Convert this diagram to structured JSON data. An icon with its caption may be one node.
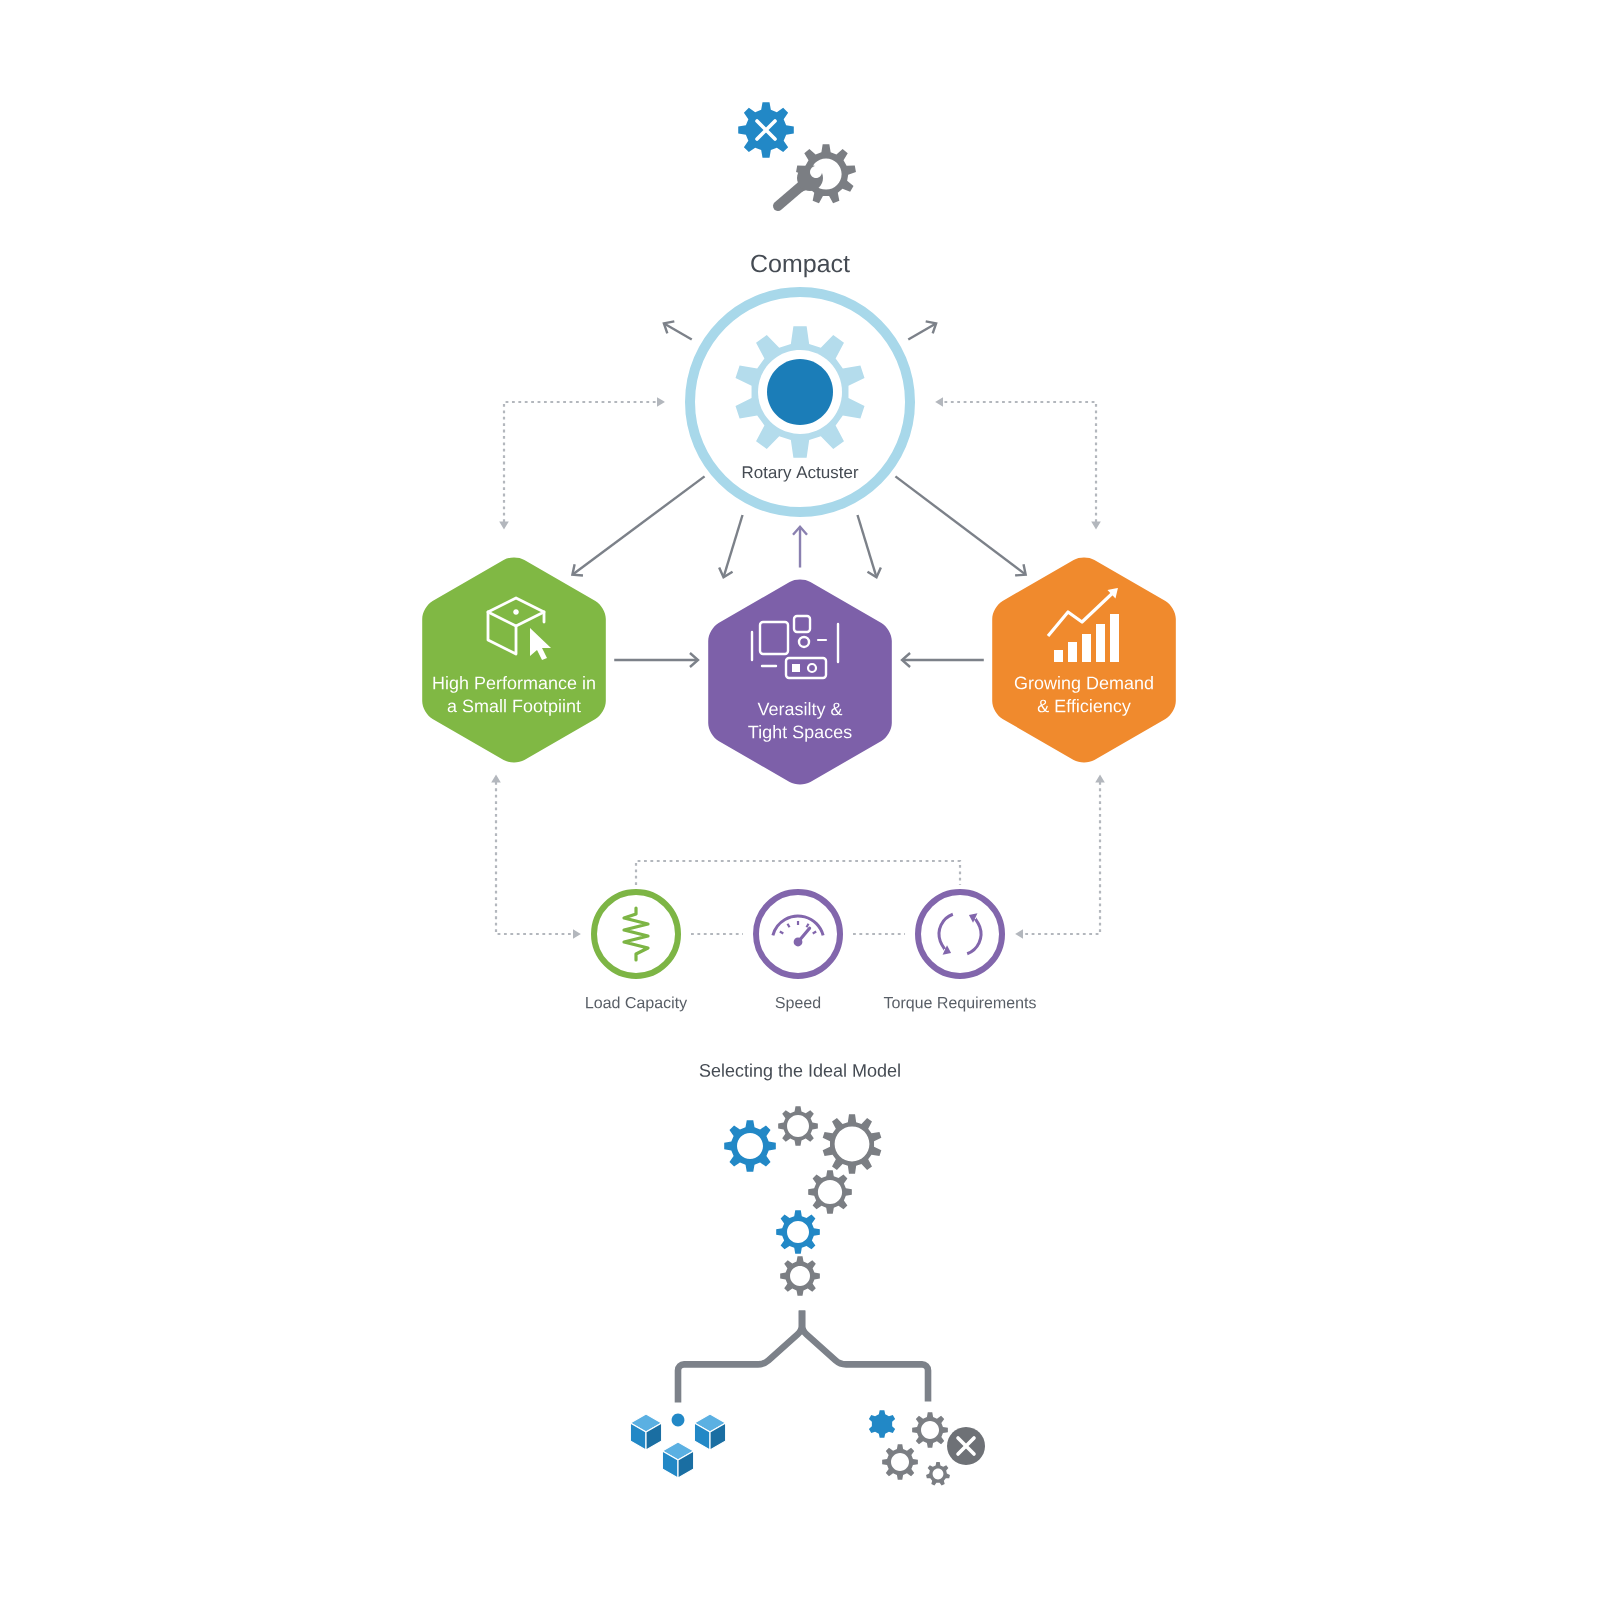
{
  "diagram": {
    "nodes": [
      {
        "text": [
          "Rotary Actuster"
        ],
        "beside": [
          "Compact"
        ]
      },
      {
        "text": [
          "High Performance in a Small Footpiint"
        ]
      },
      {
        "text": [
          "Verasilty & Tight Spaces"
        ]
      },
      {
        "text": [
          "Growing Demand & Efficiency"
        ]
      },
      {
        "text": [
          "Load Capacity"
        ]
      },
      {
        "text": [
          "Speed"
        ]
      },
      {
        "text": [
          "Torque Requirements"
        ]
      },
      {
        "text": [],
        "shape": "picture"
      },
      {
        "text": [],
        "shape": "picture"
      },
      {
        "text": [],
        "shape": "picture"
      }
    ],
    "edges": [
      {
        "from": 0,
        "to": null,
        "arrow": "to"
      },
      {
        "from": 0,
        "to": null,
        "arrow": "to"
      },
      {
        "from": 1,
        "to": 0,
        "arrow": "both",
        "style": "dashed",
        "color": "#b3b7bd"
      },
      {
        "from": 3,
        "to": 0,
        "arrow": "both",
        "style": "dashed",
        "color": "#b3b7bd"
      },
      {
        "from": 0,
        "to": 1,
        "arrow": "to"
      },
      {
        "from": 0,
        "to": 2,
        "arrow": "to"
      },
      {
        "from": 2,
        "to": 0,
        "arrow": "to",
        "color": "#8a80b0"
      },
      {
        "from": 0,
        "to": 2,
        "arrow": "to"
      },
      {
        "from": 0,
        "to": 3,
        "arrow": "to"
      },
      {
        "from": 1,
        "to": 2,
        "arrow": "to"
      },
      {
        "from": 3,
        "to": 2,
        "arrow": "to"
      },
      {
        "from": 1,
        "to": 4,
        "arrow": "both",
        "style": "dashed",
        "color": "#b3b7bd"
      },
      {
        "from": 4,
        "to": 6,
        "arrow": "none",
        "style": "dashed",
        "color": "#b3b7bd"
      },
      {
        "from": 4,
        "to": 5,
        "arrow": "none",
        "style": "dashed",
        "color": "#b3b7bd"
      },
      {
        "from": 5,
        "to": 6,
        "arrow": "none",
        "style": "dashed",
        "color": "#b3b7bd"
      },
      {
        "from": 3,
        "to": 6,
        "arrow": "both",
        "style": "dashed",
        "color": "#b3b7bd"
      },
      {
        "from": 7,
        "to": 8,
        "arrow": "none",
        "style": "thick"
      },
      {
        "from": 7,
        "to": 9,
        "arrow": "none",
        "style": "thick"
      }
    ],
    "labels": [
      "Selecting the Ideal Model"
    ]
  }
}
